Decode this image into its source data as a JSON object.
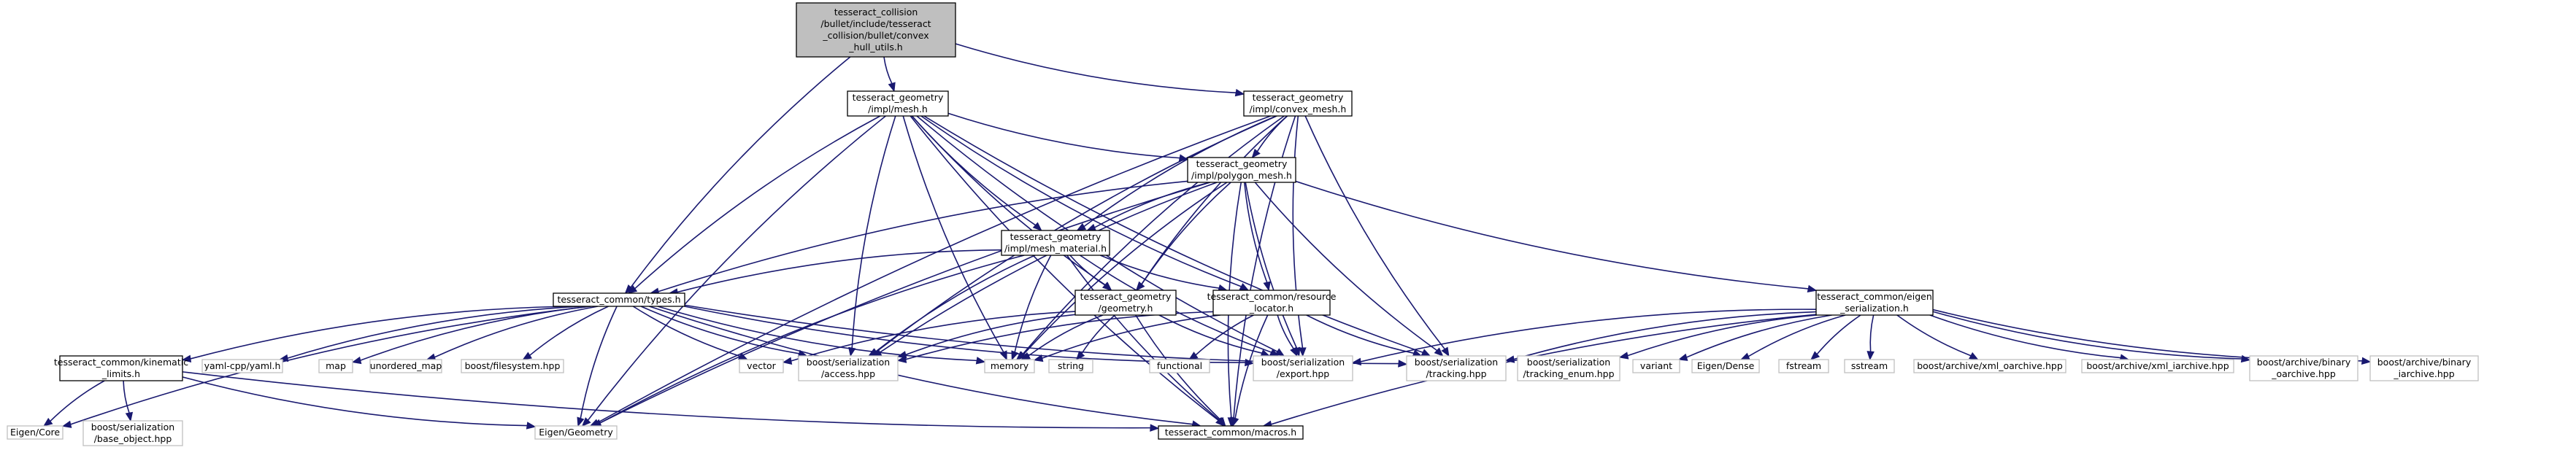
{
  "colors": {
    "edge": "#191970",
    "node_border_linked": "#000000",
    "node_border_external": "#bfbfbf",
    "root_fill": "#bfbfbf",
    "node_fill": "#ffffff"
  },
  "nodes": [
    {
      "id": "root",
      "lines": [
        "tesseract_collision",
        "/bullet/include/tesseract",
        "_collision/bullet/convex",
        "_hull_utils.h"
      ],
      "kind": "root"
    },
    {
      "id": "mesh",
      "lines": [
        "tesseract_geometry",
        "/impl/mesh.h"
      ],
      "kind": "linked"
    },
    {
      "id": "convex",
      "lines": [
        "tesseract_geometry",
        "/impl/convex_mesh.h"
      ],
      "kind": "linked"
    },
    {
      "id": "polygon",
      "lines": [
        "tesseract_geometry",
        "/impl/polygon_mesh.h"
      ],
      "kind": "linked"
    },
    {
      "id": "material",
      "lines": [
        "tesseract_geometry",
        "/impl/mesh_material.h"
      ],
      "kind": "linked"
    },
    {
      "id": "types",
      "lines": [
        "tesseract_common/types.h"
      ],
      "kind": "linked"
    },
    {
      "id": "geometry",
      "lines": [
        "tesseract_geometry",
        "/geometry.h"
      ],
      "kind": "linked"
    },
    {
      "id": "resource",
      "lines": [
        "tesseract_common/resource",
        "_locator.h"
      ],
      "kind": "linked"
    },
    {
      "id": "eigenser",
      "lines": [
        "tesseract_common/eigen",
        "_serialization.h"
      ],
      "kind": "linked"
    },
    {
      "id": "kinematic",
      "lines": [
        "tesseract_common/kinematic",
        "_limits.h"
      ],
      "kind": "linked"
    },
    {
      "id": "macros",
      "lines": [
        "tesseract_common/macros.h"
      ],
      "kind": "linked"
    },
    {
      "id": "eigencore",
      "lines": [
        "Eigen/Core"
      ],
      "kind": "external"
    },
    {
      "id": "baseobj",
      "lines": [
        "boost/serialization",
        "/base_object.hpp"
      ],
      "kind": "external"
    },
    {
      "id": "eigengeom",
      "lines": [
        "Eigen/Geometry"
      ],
      "kind": "external"
    },
    {
      "id": "yaml",
      "lines": [
        "yaml-cpp/yaml.h"
      ],
      "kind": "external"
    },
    {
      "id": "map",
      "lines": [
        "map"
      ],
      "kind": "external"
    },
    {
      "id": "umap",
      "lines": [
        "unordered_map"
      ],
      "kind": "external"
    },
    {
      "id": "fs",
      "lines": [
        "boost/filesystem.hpp"
      ],
      "kind": "external"
    },
    {
      "id": "vector",
      "lines": [
        "vector"
      ],
      "kind": "external"
    },
    {
      "id": "access",
      "lines": [
        "boost/serialization",
        "/access.hpp"
      ],
      "kind": "external"
    },
    {
      "id": "memory",
      "lines": [
        "memory"
      ],
      "kind": "external"
    },
    {
      "id": "string",
      "lines": [
        "string"
      ],
      "kind": "external"
    },
    {
      "id": "functional",
      "lines": [
        "functional"
      ],
      "kind": "external"
    },
    {
      "id": "export",
      "lines": [
        "boost/serialization",
        "/export.hpp"
      ],
      "kind": "external"
    },
    {
      "id": "tracking",
      "lines": [
        "boost/serialization",
        "/tracking.hpp"
      ],
      "kind": "external"
    },
    {
      "id": "trackenum",
      "lines": [
        "boost/serialization",
        "/tracking_enum.hpp"
      ],
      "kind": "external"
    },
    {
      "id": "variant",
      "lines": [
        "variant"
      ],
      "kind": "external"
    },
    {
      "id": "dense",
      "lines": [
        "Eigen/Dense"
      ],
      "kind": "external"
    },
    {
      "id": "fstream",
      "lines": [
        "fstream"
      ],
      "kind": "external"
    },
    {
      "id": "sstream",
      "lines": [
        "sstream"
      ],
      "kind": "external"
    },
    {
      "id": "xmlo",
      "lines": [
        "boost/archive/xml_oarchive.hpp"
      ],
      "kind": "external"
    },
    {
      "id": "xmli",
      "lines": [
        "boost/archive/xml_iarchive.hpp"
      ],
      "kind": "external"
    },
    {
      "id": "bino",
      "lines": [
        "boost/archive/binary",
        "_oarchive.hpp"
      ],
      "kind": "external"
    },
    {
      "id": "bini",
      "lines": [
        "boost/archive/binary",
        "_iarchive.hpp"
      ],
      "kind": "external"
    }
  ],
  "edges": [
    [
      "root",
      "mesh"
    ],
    [
      "root",
      "convex"
    ],
    [
      "root",
      "types"
    ],
    [
      "mesh",
      "polygon"
    ],
    [
      "mesh",
      "material"
    ],
    [
      "mesh",
      "types"
    ],
    [
      "mesh",
      "geometry"
    ],
    [
      "mesh",
      "resource"
    ],
    [
      "mesh",
      "eigengeom"
    ],
    [
      "mesh",
      "access"
    ],
    [
      "mesh",
      "export"
    ],
    [
      "mesh",
      "tracking"
    ],
    [
      "mesh",
      "memory"
    ],
    [
      "mesh",
      "macros"
    ],
    [
      "convex",
      "polygon"
    ],
    [
      "convex",
      "material"
    ],
    [
      "convex",
      "geometry"
    ],
    [
      "convex",
      "eigengeom"
    ],
    [
      "convex",
      "access"
    ],
    [
      "convex",
      "export"
    ],
    [
      "convex",
      "tracking"
    ],
    [
      "convex",
      "memory"
    ],
    [
      "convex",
      "macros"
    ],
    [
      "polygon",
      "material"
    ],
    [
      "polygon",
      "types"
    ],
    [
      "polygon",
      "geometry"
    ],
    [
      "polygon",
      "resource"
    ],
    [
      "polygon",
      "eigenser"
    ],
    [
      "polygon",
      "eigengeom"
    ],
    [
      "polygon",
      "access"
    ],
    [
      "polygon",
      "export"
    ],
    [
      "polygon",
      "tracking"
    ],
    [
      "polygon",
      "memory"
    ],
    [
      "polygon",
      "macros"
    ],
    [
      "material",
      "types"
    ],
    [
      "material",
      "geometry"
    ],
    [
      "material",
      "resource"
    ],
    [
      "material",
      "eigengeom"
    ],
    [
      "material",
      "access"
    ],
    [
      "material",
      "export"
    ],
    [
      "material",
      "memory"
    ],
    [
      "material",
      "macros"
    ],
    [
      "types",
      "kinematic"
    ],
    [
      "types",
      "eigencore"
    ],
    [
      "types",
      "eigengeom"
    ],
    [
      "types",
      "yaml"
    ],
    [
      "types",
      "map"
    ],
    [
      "types",
      "umap"
    ],
    [
      "types",
      "fs"
    ],
    [
      "types",
      "vector"
    ],
    [
      "types",
      "access"
    ],
    [
      "types",
      "memory"
    ],
    [
      "types",
      "export"
    ],
    [
      "types",
      "tracking"
    ],
    [
      "types",
      "macros"
    ],
    [
      "geometry",
      "vector"
    ],
    [
      "geometry",
      "access"
    ],
    [
      "geometry",
      "memory"
    ],
    [
      "geometry",
      "string"
    ],
    [
      "geometry",
      "export"
    ],
    [
      "geometry",
      "macros"
    ],
    [
      "resource",
      "functional"
    ],
    [
      "resource",
      "access"
    ],
    [
      "resource",
      "memory"
    ],
    [
      "resource",
      "export"
    ],
    [
      "resource",
      "tracking"
    ],
    [
      "resource",
      "macros"
    ],
    [
      "eigenser",
      "macros"
    ],
    [
      "eigenser",
      "export"
    ],
    [
      "eigenser",
      "tracking"
    ],
    [
      "eigenser",
      "trackenum"
    ],
    [
      "eigenser",
      "variant"
    ],
    [
      "eigenser",
      "dense"
    ],
    [
      "eigenser",
      "fstream"
    ],
    [
      "eigenser",
      "sstream"
    ],
    [
      "eigenser",
      "xmlo"
    ],
    [
      "eigenser",
      "xmli"
    ],
    [
      "eigenser",
      "bino"
    ],
    [
      "eigenser",
      "bini"
    ],
    [
      "kinematic",
      "eigencore"
    ],
    [
      "kinematic",
      "baseobj"
    ],
    [
      "kinematic",
      "eigengeom"
    ],
    [
      "kinematic",
      "macros"
    ]
  ]
}
